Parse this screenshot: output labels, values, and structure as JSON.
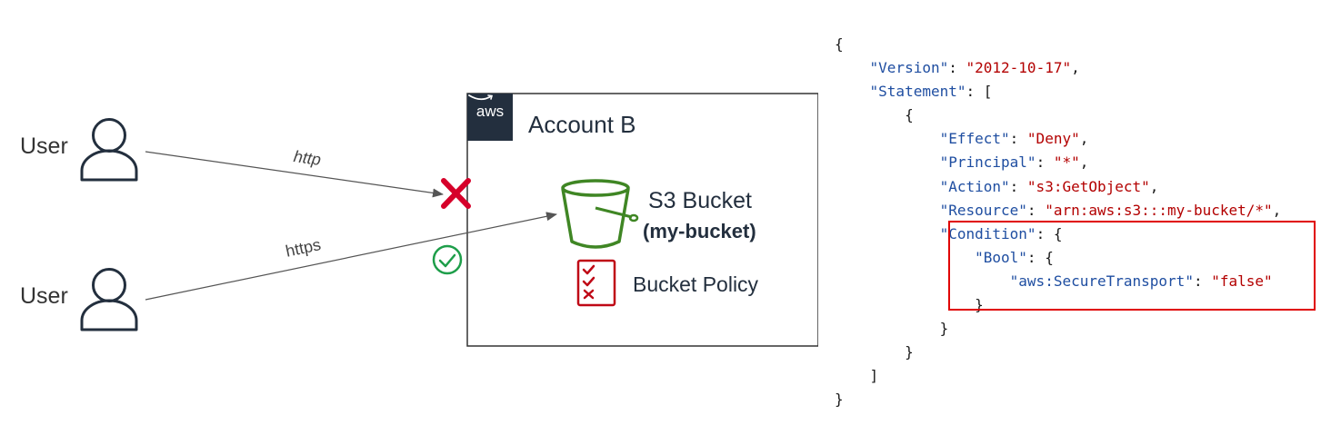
{
  "diagram": {
    "users": [
      {
        "label": "User"
      },
      {
        "label": "User"
      }
    ],
    "edges": [
      {
        "label": "http",
        "status": "denied"
      },
      {
        "label": "https",
        "status": "allowed"
      }
    ],
    "account": {
      "logo_text": "aws",
      "title": "Account B"
    },
    "bucket": {
      "name": "S3 Bucket",
      "subtitle": "(my-bucket)"
    },
    "policy": {
      "label": "Bucket Policy"
    },
    "icons": {
      "user": "user-icon",
      "bucket": "s3-bucket-icon",
      "policy": "checklist-icon",
      "deny": "red-x-icon",
      "allow": "green-check-icon"
    },
    "colors": {
      "bucket_green": "#3f8624",
      "deny_red": "#d6002a",
      "allow_green": "#1e9e4a",
      "policy_red": "#bf0816",
      "aws_dark": "#232f3e",
      "highlight_red": "#e00000"
    }
  },
  "policy_json": {
    "open_brace": "{",
    "version_key": "\"Version\"",
    "version_value": "\"2012-10-17\"",
    "statement_key": "\"Statement\"",
    "effect_key": "\"Effect\"",
    "effect_value": "\"Deny\"",
    "principal_key": "\"Principal\"",
    "principal_value": "\"*\"",
    "action_key": "\"Action\"",
    "action_value": "\"s3:GetObject\"",
    "resource_key": "\"Resource\"",
    "resource_value": "\"arn:aws:s3:::my-bucket/*\"",
    "condition_key": "\"Condition\"",
    "bool_key": "\"Bool\"",
    "transport_key": "\"aws:SecureTransport\"",
    "transport_value": "\"false\"",
    "close_brace": "}"
  }
}
